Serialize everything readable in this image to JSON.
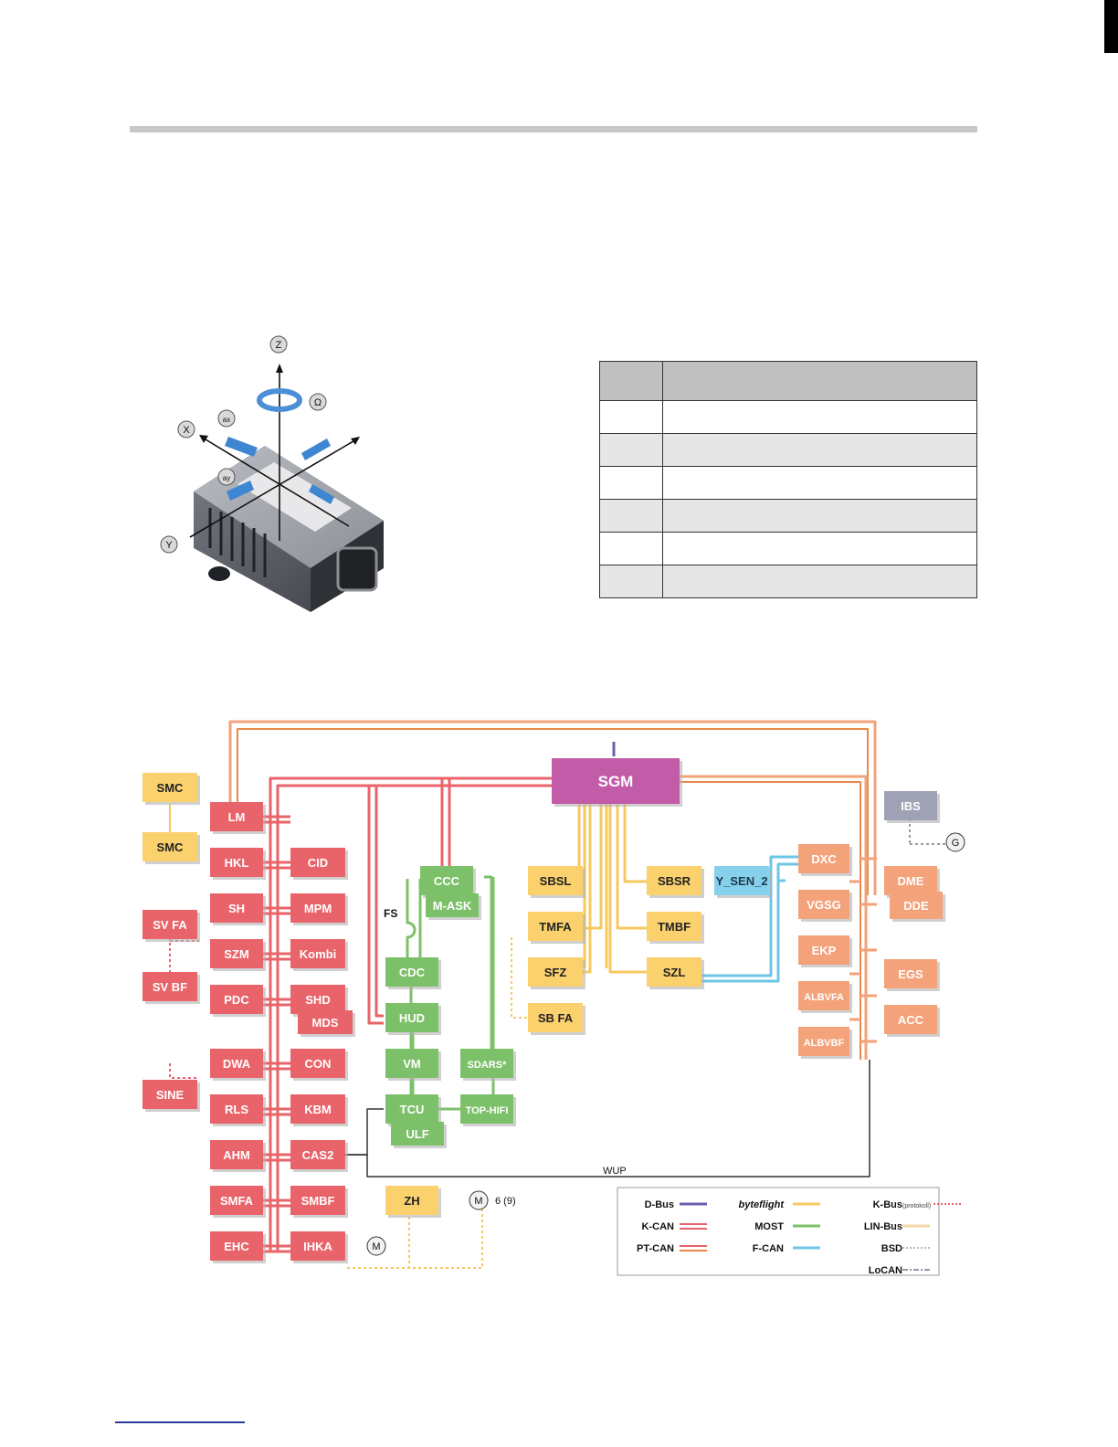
{
  "sensor": {
    "axes": [
      "Z",
      "Ω",
      "X",
      "ax",
      "ay",
      "Y"
    ]
  },
  "table": {
    "rows": 6
  },
  "diagram": {
    "nodes": [
      {
        "id": "SGM",
        "label": "SGM",
        "group": "sgm"
      },
      {
        "id": "SMC1",
        "label": "SMC",
        "group": "bf"
      },
      {
        "id": "SMC2",
        "label": "SMC",
        "group": "bf"
      },
      {
        "id": "LM",
        "label": "LM",
        "group": "kcan"
      },
      {
        "id": "HKL",
        "label": "HKL",
        "group": "kcan"
      },
      {
        "id": "CID",
        "label": "CID",
        "group": "kcan"
      },
      {
        "id": "SH",
        "label": "SH",
        "group": "kcan"
      },
      {
        "id": "MPM",
        "label": "MPM",
        "group": "kcan"
      },
      {
        "id": "SVFA",
        "label": "SV FA",
        "group": "kcan"
      },
      {
        "id": "SZM",
        "label": "SZM",
        "group": "kcan"
      },
      {
        "id": "Kombi",
        "label": "Kombi",
        "group": "kcan"
      },
      {
        "id": "SVBF",
        "label": "SV BF",
        "group": "kcan"
      },
      {
        "id": "PDC",
        "label": "PDC",
        "group": "kcan"
      },
      {
        "id": "SHD",
        "label": "SHD",
        "group": "kcan"
      },
      {
        "id": "MDS",
        "label": "MDS",
        "group": "kcan"
      },
      {
        "id": "DWA",
        "label": "DWA",
        "group": "kcan"
      },
      {
        "id": "CON",
        "label": "CON",
        "group": "kcan"
      },
      {
        "id": "SINE",
        "label": "SINE",
        "group": "kcan"
      },
      {
        "id": "RLS",
        "label": "RLS",
        "group": "kcan"
      },
      {
        "id": "KBM",
        "label": "KBM",
        "group": "kcan"
      },
      {
        "id": "AHM",
        "label": "AHM",
        "group": "kcan"
      },
      {
        "id": "CAS2",
        "label": "CAS2",
        "group": "kcan"
      },
      {
        "id": "SMFA",
        "label": "SMFA",
        "group": "kcan"
      },
      {
        "id": "SMBF",
        "label": "SMBF",
        "group": "kcan"
      },
      {
        "id": "EHC",
        "label": "EHC",
        "group": "kcan"
      },
      {
        "id": "IHKA",
        "label": "IHKA",
        "group": "kcan"
      },
      {
        "id": "CCC",
        "label": "CCC",
        "group": "most"
      },
      {
        "id": "MASK",
        "label": "M-ASK",
        "group": "most"
      },
      {
        "id": "CDC",
        "label": "CDC",
        "group": "most"
      },
      {
        "id": "HUD",
        "label": "HUD",
        "group": "most"
      },
      {
        "id": "VM",
        "label": "VM",
        "group": "most"
      },
      {
        "id": "SDARS",
        "label": "SDARS*",
        "group": "most"
      },
      {
        "id": "TCU",
        "label": "TCU",
        "group": "most"
      },
      {
        "id": "TOPHIFI",
        "label": "TOP-HIFI",
        "group": "most"
      },
      {
        "id": "ULF",
        "label": "ULF",
        "group": "most"
      },
      {
        "id": "ZH",
        "label": "ZH",
        "group": "bf"
      },
      {
        "id": "SBSL",
        "label": "SBSL",
        "group": "bf"
      },
      {
        "id": "SBSR",
        "label": "SBSR",
        "group": "bf"
      },
      {
        "id": "TMFA",
        "label": "TMFA",
        "group": "bf"
      },
      {
        "id": "TMBF",
        "label": "TMBF",
        "group": "bf"
      },
      {
        "id": "SFZ",
        "label": "SFZ",
        "group": "bf"
      },
      {
        "id": "SZL",
        "label": "SZL",
        "group": "bf"
      },
      {
        "id": "SBFA",
        "label": "SB FA",
        "group": "bf"
      },
      {
        "id": "YSEN2",
        "label": "Y_SEN_2",
        "group": "fcan"
      },
      {
        "id": "IBS",
        "label": "IBS",
        "group": "locan"
      },
      {
        "id": "DXC",
        "label": "DXC",
        "group": "ptcan"
      },
      {
        "id": "DME",
        "label": "DME",
        "group": "ptcan"
      },
      {
        "id": "DDE",
        "label": "DDE",
        "group": "ptcan"
      },
      {
        "id": "VGSG",
        "label": "VGSG",
        "group": "ptcan"
      },
      {
        "id": "EKP",
        "label": "EKP",
        "group": "ptcan"
      },
      {
        "id": "EGS",
        "label": "EGS",
        "group": "ptcan"
      },
      {
        "id": "ALBVFA",
        "label": "ALBVFA",
        "group": "ptcan"
      },
      {
        "id": "ACC",
        "label": "ACC",
        "group": "ptcan"
      },
      {
        "id": "ALBVBF",
        "label": "ALBVBF",
        "group": "ptcan"
      }
    ],
    "labels": {
      "fs": "FS",
      "wup": "WUP",
      "motor": "M",
      "motor_count": "6 (9)",
      "generator": "G"
    },
    "legend": [
      {
        "label": "D-Bus",
        "color": "#6a5fb0",
        "style": "solid"
      },
      {
        "label": "K-CAN",
        "color": "#e8646a",
        "style": "double"
      },
      {
        "label": "PT-CAN",
        "color": "#e8894a",
        "style": "pt"
      },
      {
        "label": "byteflight",
        "color": "#f7c860",
        "style": "solid"
      },
      {
        "label": "MOST",
        "color": "#7dc06a",
        "style": "solid"
      },
      {
        "label": "F-CAN",
        "color": "#6ec6e6",
        "style": "solid"
      },
      {
        "label": "K-Bus",
        "note": "(protokoll)",
        "color": "#e8646a",
        "style": "dotted"
      },
      {
        "label": "LIN-Bus",
        "color": "#f3d9a8",
        "style": "solid"
      },
      {
        "label": "BSD",
        "color": "#b9b9b9",
        "style": "dotted"
      },
      {
        "label": "LoCAN",
        "color": "#9999aa",
        "style": "dashdot"
      }
    ],
    "colors": {
      "kcan_fill": "#e8646a",
      "kcan_line": "#e8646a",
      "most_fill": "#7dc06a",
      "bf_fill": "#fbd16e",
      "ptcan_fill": "#f3a27a",
      "fcan_fill": "#86d0ec",
      "sgm_fill": "#c25ca8",
      "locan_fill": "#9fa2b4"
    }
  }
}
